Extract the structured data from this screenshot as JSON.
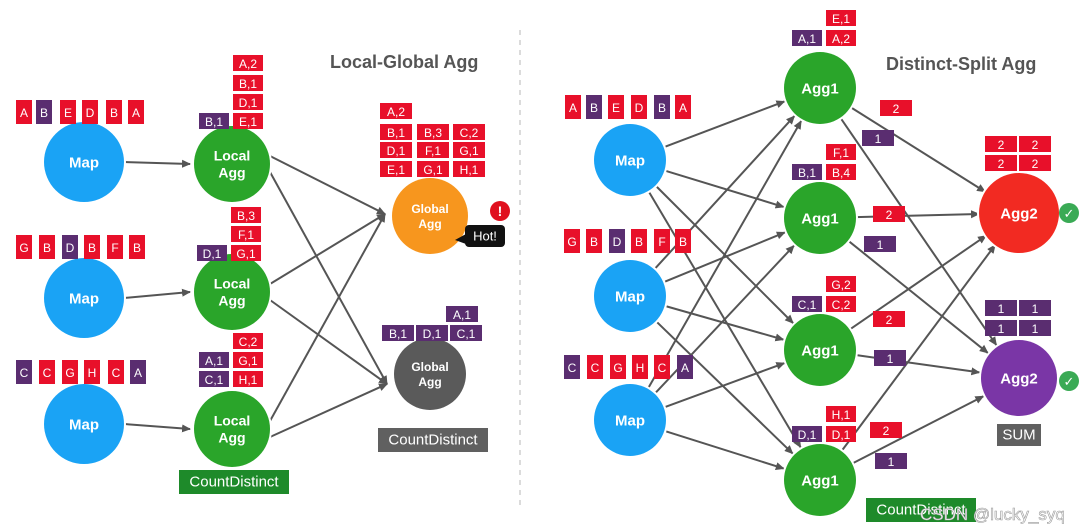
{
  "colors": {
    "red": "#e8102a",
    "purple": "#5a2d70",
    "map_blue": "#1aa3f5",
    "agg_green": "#2aa52a",
    "global_orange": "#f7961e",
    "global_gray": "#5a5a5a",
    "agg2_red": "#f22a22",
    "agg2_purple": "#7a36a6",
    "caption_green": "#1e8a2a",
    "caption_gray": "#606060",
    "check_green": "#3aaa55",
    "warn_red": "#e0101e",
    "edge": "#555555"
  },
  "local_global": {
    "title": "Local-Global Agg",
    "input_rows": [
      {
        "labels": [
          "A",
          "B",
          "E",
          "D",
          "B",
          "A"
        ],
        "colors": [
          "red",
          "purple",
          "red",
          "red",
          "red",
          "red"
        ]
      },
      {
        "labels": [
          "G",
          "B",
          "D",
          "B",
          "F",
          "B"
        ],
        "colors": [
          "red",
          "red",
          "purple",
          "red",
          "red",
          "red"
        ]
      },
      {
        "labels": [
          "C",
          "C",
          "G",
          "H",
          "C",
          "A"
        ],
        "colors": [
          "purple",
          "red",
          "red",
          "red",
          "red",
          "purple"
        ]
      }
    ],
    "map_label": "Map",
    "local_agg_label": [
      "Local",
      "Agg"
    ],
    "local_outputs": [
      [
        {
          "t": "A,2",
          "c": "red"
        },
        {
          "t": "B,1",
          "c": "red"
        },
        {
          "t": "D,1",
          "c": "red"
        },
        {
          "t": "B,1",
          "c": "purple"
        },
        {
          "t": "E,1",
          "c": "red"
        }
      ],
      [
        {
          "t": "B,3",
          "c": "red"
        },
        {
          "t": "F,1",
          "c": "red"
        },
        {
          "t": "D,1",
          "c": "purple"
        },
        {
          "t": "G,1",
          "c": "red"
        }
      ],
      [
        {
          "t": "C,2",
          "c": "red"
        },
        {
          "t": "A,1",
          "c": "purple"
        },
        {
          "t": "G,1",
          "c": "red"
        },
        {
          "t": "C,1",
          "c": "purple"
        },
        {
          "t": "H,1",
          "c": "red"
        }
      ]
    ],
    "global_label": [
      "Global",
      "Agg"
    ],
    "global_red_tags": [
      "A,2",
      "B,1",
      "B,3",
      "C,2",
      "D,1",
      "F,1",
      "G,1",
      "E,1",
      "G,1",
      "H,1"
    ],
    "global_purple_tags": [
      "A,1",
      "B,1",
      "D,1",
      "C,1"
    ],
    "hot_label": "Hot!",
    "warn_symbol": "!",
    "caption_local": "CountDistinct",
    "caption_global": "CountDistinct"
  },
  "distinct_split": {
    "title": "Distinct-Split Agg",
    "input_rows": [
      {
        "labels": [
          "A",
          "B",
          "E",
          "D",
          "B",
          "A"
        ],
        "colors": [
          "red",
          "purple",
          "red",
          "red",
          "purple",
          "red"
        ]
      },
      {
        "labels": [
          "G",
          "B",
          "D",
          "B",
          "F",
          "B"
        ],
        "colors": [
          "red",
          "red",
          "purple",
          "red",
          "red",
          "red"
        ]
      },
      {
        "labels": [
          "C",
          "C",
          "G",
          "H",
          "C",
          "A"
        ],
        "colors": [
          "purple",
          "red",
          "red",
          "red",
          "red",
          "purple"
        ]
      }
    ],
    "map_label": "Map",
    "agg1_label": "Agg1",
    "agg1_tags": [
      [
        {
          "t": "E,1",
          "c": "red"
        },
        {
          "t": "A,1",
          "c": "purple"
        },
        {
          "t": "A,2",
          "c": "red"
        }
      ],
      [
        {
          "t": "F,1",
          "c": "red"
        },
        {
          "t": "B,1",
          "c": "purple"
        },
        {
          "t": "B,4",
          "c": "red"
        }
      ],
      [
        {
          "t": "G,2",
          "c": "red"
        },
        {
          "t": "C,1",
          "c": "purple"
        },
        {
          "t": "C,2",
          "c": "red"
        }
      ],
      [
        {
          "t": "H,1",
          "c": "red"
        },
        {
          "t": "D,1",
          "c": "purple"
        },
        {
          "t": "D,1",
          "c": "red"
        }
      ]
    ],
    "agg1_out_red": [
      "2",
      "2",
      "2",
      "2"
    ],
    "agg1_out_purple": [
      "1",
      "1",
      "1",
      "1"
    ],
    "agg2_label": "Agg2",
    "agg2_red_tags": [
      "2",
      "2",
      "2",
      "2"
    ],
    "agg2_purple_tags": [
      "1",
      "1",
      "1",
      "1"
    ],
    "check_symbol": "✓",
    "caption_bottom": "CountDistinct",
    "caption_sum": "SUM",
    "watermark": "CSDN @lucky_syq"
  }
}
